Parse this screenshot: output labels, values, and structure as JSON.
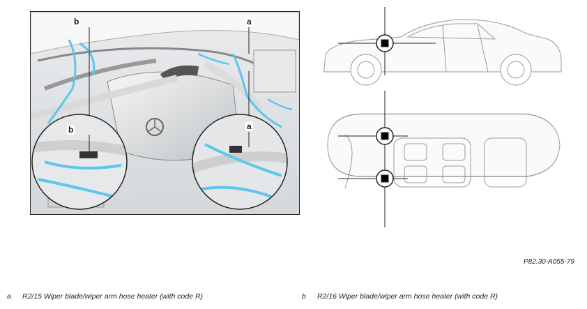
{
  "figure": {
    "callouts": {
      "a": "a",
      "b": "b"
    },
    "reference_code": "P82.30-A055-79"
  },
  "legend": [
    {
      "key": "a",
      "text": "R2/15 Wiper blade/wiper arm hose heater (with code R)"
    },
    {
      "key": "b",
      "text": "R2/16 Wiper blade/wiper arm hose heater (with code R)"
    }
  ],
  "colors": {
    "highlight": "#5bc7ec",
    "line": "#9a9a9a",
    "marker": "#000000"
  }
}
